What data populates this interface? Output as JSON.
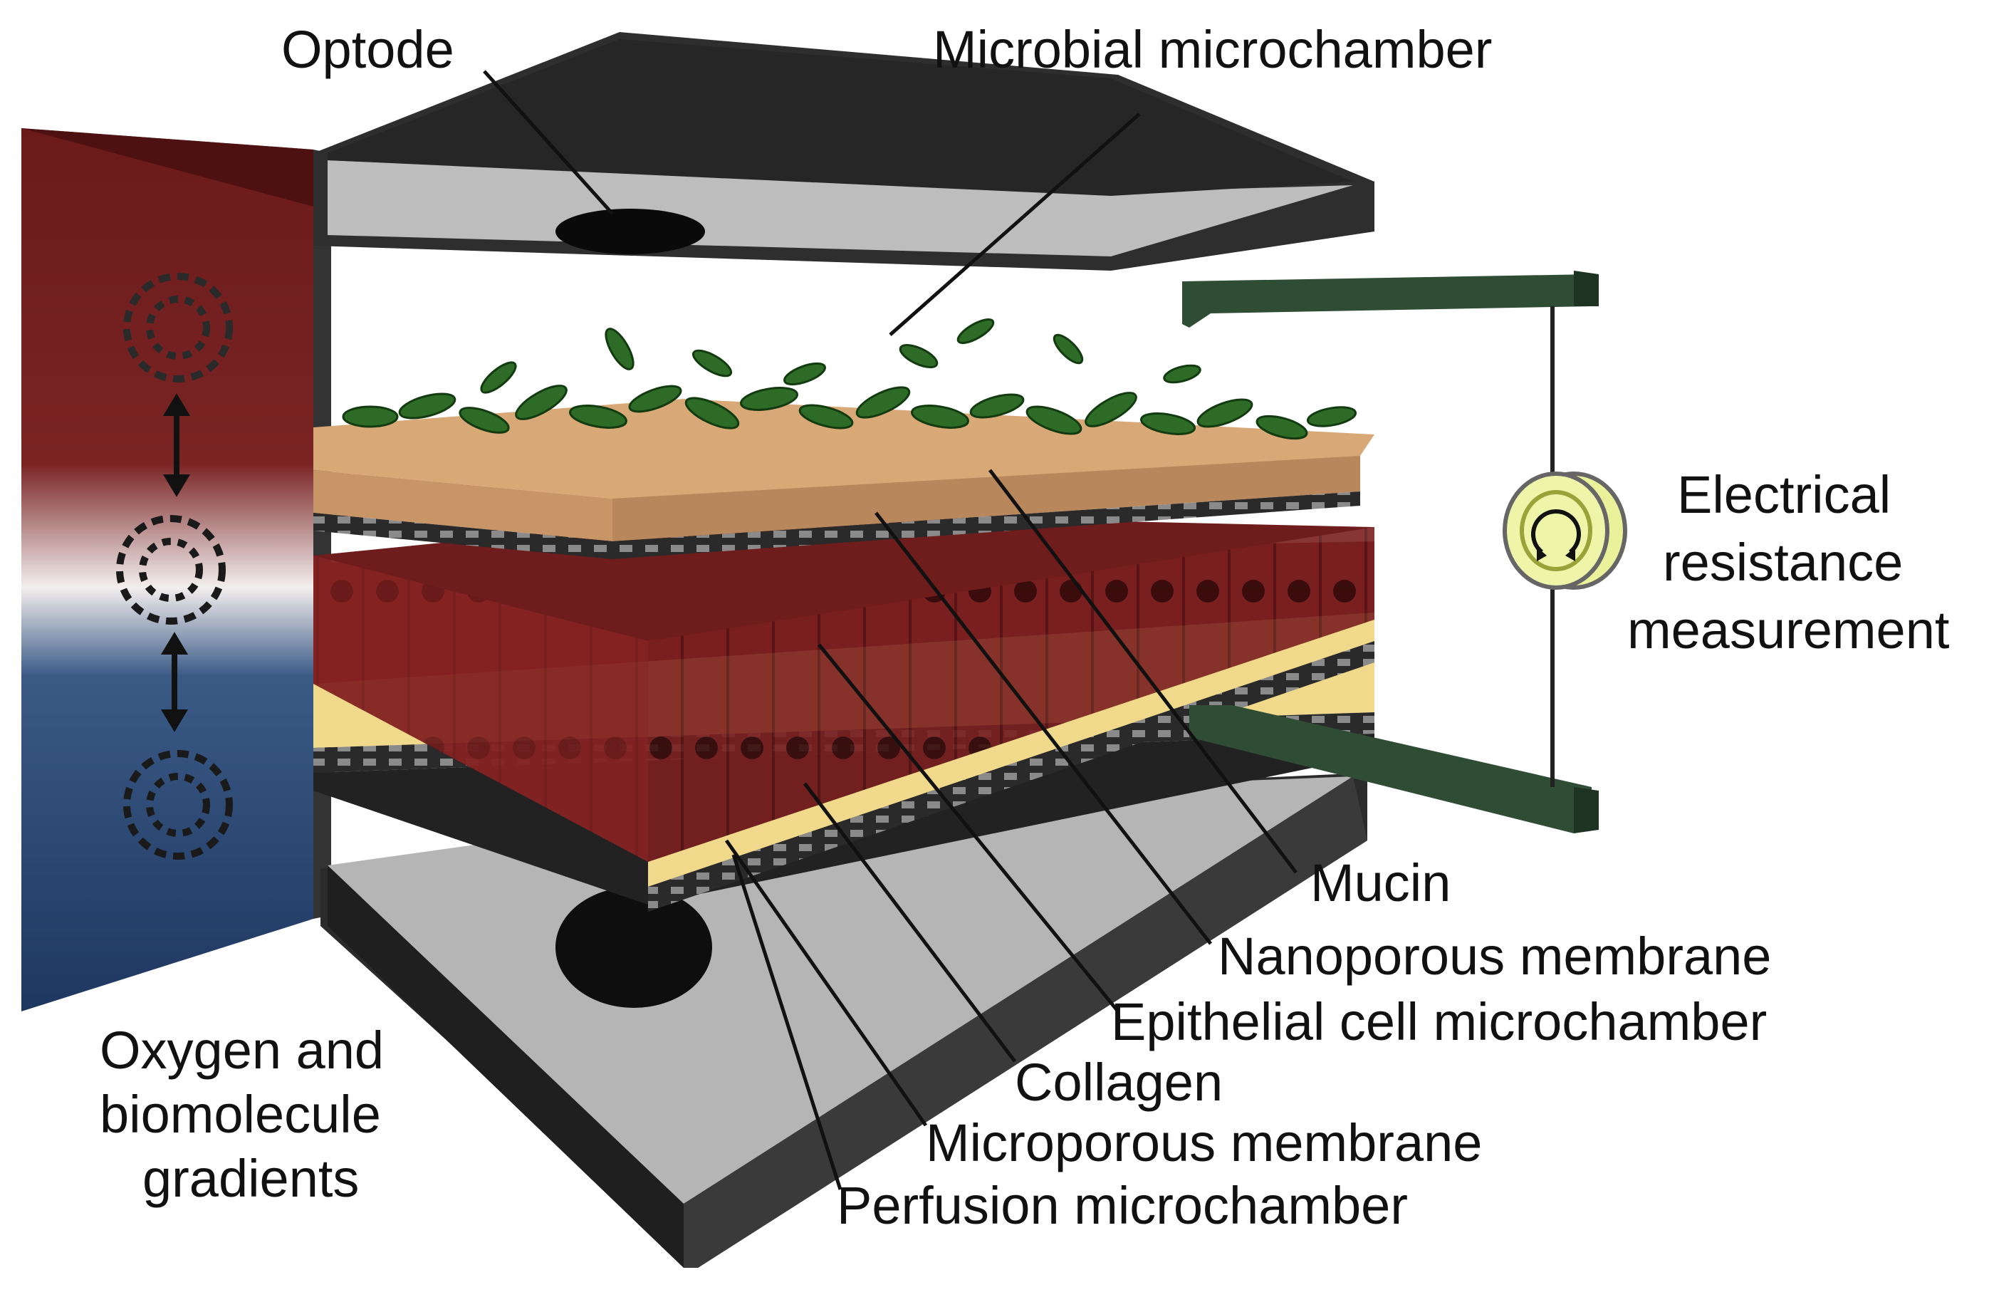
{
  "labels": {
    "optode": "Optode",
    "microbial_microchamber": "Microbial microchamber",
    "electrical_line1": "Electrical",
    "electrical_line2": "resistance",
    "electrical_line3": "measurement",
    "mucin": "Mucin",
    "nanoporous_membrane": "Nanoporous membrane",
    "epithelial_cell_microchamber": "Epithelial cell microchamber",
    "collagen": "Collagen",
    "microporous_membrane": "Microporous membrane",
    "perfusion_microchamber": "Perfusion microchamber",
    "gradients_line1": "Oxygen and",
    "gradients_line2": "biomolecule",
    "gradients_line3": "gradients"
  },
  "colors": {
    "housing_dark": "#2b2b2b",
    "housing_gray": "#b5b5b5",
    "anaerobic_red": "#6e1b1b",
    "aerobic_blue": "#1f3a62",
    "microbe_green": "#2d6b26",
    "mucin_tan": "#d9a877",
    "epithelium_red": "#7d2020",
    "collagen_yellow": "#f0d98a",
    "electrode_green": "#2f4d34",
    "meter_yellow": "#e9f29a"
  },
  "icons": [
    "gradient-arrow-icon",
    "ohmmeter-icon",
    "molecule-cluster-icon"
  ]
}
